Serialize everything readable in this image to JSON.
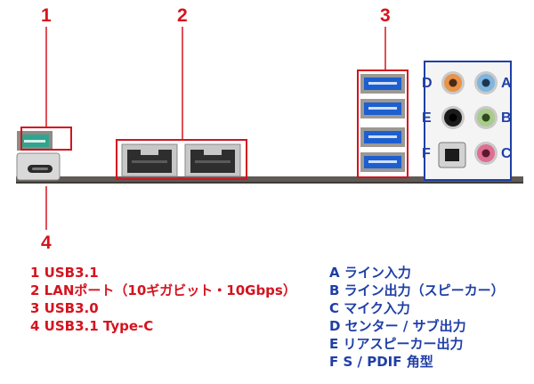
{
  "callouts": {
    "n1": "1",
    "n2": "2",
    "n3": "3",
    "n4": "4"
  },
  "jack_letters": {
    "d": "D",
    "a": "A",
    "e": "E",
    "b": "B",
    "f": "F",
    "c": "C"
  },
  "legend_ports": [
    "1 USB3.1",
    "2 LANポート（10ギガビット・10Gbps）",
    "3 USB3.0",
    "4 USB3.1 Type-C"
  ],
  "legend_audio": [
    "A ライン入力",
    "B ライン出力（スピーカー）",
    "C マイク入力",
    "D センター / サブ出力",
    "E リアスピーカー出力",
    "F S / PDIF 角型"
  ],
  "colors": {
    "callout_red": "#d4141f",
    "audio_blue": "#1f3fa6",
    "panel": "#5f5a55",
    "usb_teal": "#2fa58f",
    "usb_blue": "#1e5fd0",
    "jack_orange": "#e8934a",
    "jack_lightblue": "#7fb6de",
    "jack_black": "#1b1b1b",
    "jack_green": "#a9cc8a",
    "jack_pink": "#e06e93"
  }
}
